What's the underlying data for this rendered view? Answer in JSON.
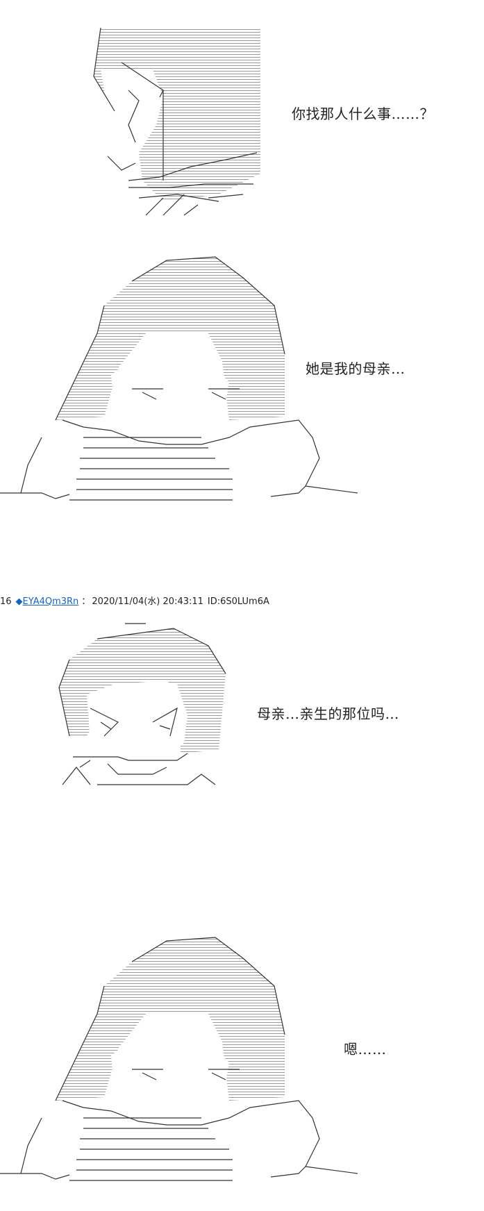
{
  "panels": [
    {
      "id": "panel-1",
      "dialogue": "你找那人什么事……？"
    },
    {
      "id": "panel-2",
      "dialogue": "她是我的母亲…"
    },
    {
      "id": "panel-3",
      "dialogue": "母亲…亲生的那位吗…"
    },
    {
      "id": "panel-4",
      "dialogue": "嗯……"
    }
  ],
  "post": {
    "number": "16",
    "marker": "◆",
    "trip": "EYA4Qm3Rn",
    "separator": "：",
    "datetime": "2020/11/04(水) 20:43:11",
    "id": "ID:6S0LUm6A"
  },
  "colors": {
    "text": "#222222",
    "link": "#1565c0",
    "art_line": "#333333",
    "art_fill": "#9a9a9a",
    "background": "#ffffff"
  }
}
